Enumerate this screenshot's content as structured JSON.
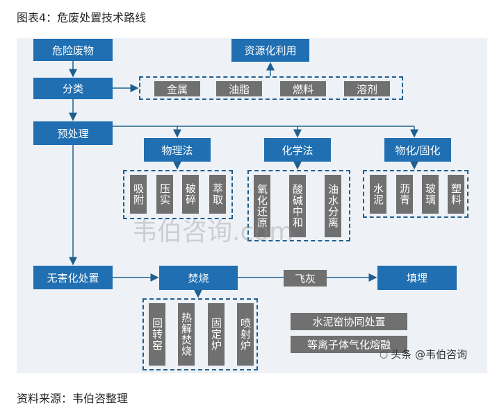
{
  "title": "图表4：危废处置技术路线",
  "source": "资料来源：韦伯咨整理",
  "nodes": {
    "hazardous_waste": "危险废物",
    "classification": "分类",
    "pretreatment": "预处理",
    "resource_utilization": "资源化利用",
    "physical": "物理法",
    "chemical": "化学法",
    "solidification": "物化/固化",
    "harmless": "无害化处置",
    "incineration": "焚烧",
    "fly_ash": "飞灰",
    "landfill": "填埋"
  },
  "resource_items": [
    "金属",
    "油脂",
    "燃料",
    "溶剂"
  ],
  "physical_items": [
    "吸附",
    "压实",
    "破碎",
    "萃取"
  ],
  "chemical_items": [
    "氧化还原",
    "酸碱中和",
    "油水分离"
  ],
  "solid_items": [
    "水泥",
    "沥青",
    "玻璃",
    "塑料"
  ],
  "incineration_items": [
    "回转窑",
    "热解焚烧",
    "固定炉",
    "喷射炉"
  ],
  "other_methods": [
    "水泥窑协同处置",
    "等离子体气化熔融"
  ],
  "watermark": "韦伯咨询.com",
  "corner_label": "头条 @韦伯咨询",
  "colors": {
    "node_blue": "#1f6fb2",
    "item_gray": "#707070",
    "panel_bg": "#eef2f6",
    "dash": "#1f5f8f"
  }
}
